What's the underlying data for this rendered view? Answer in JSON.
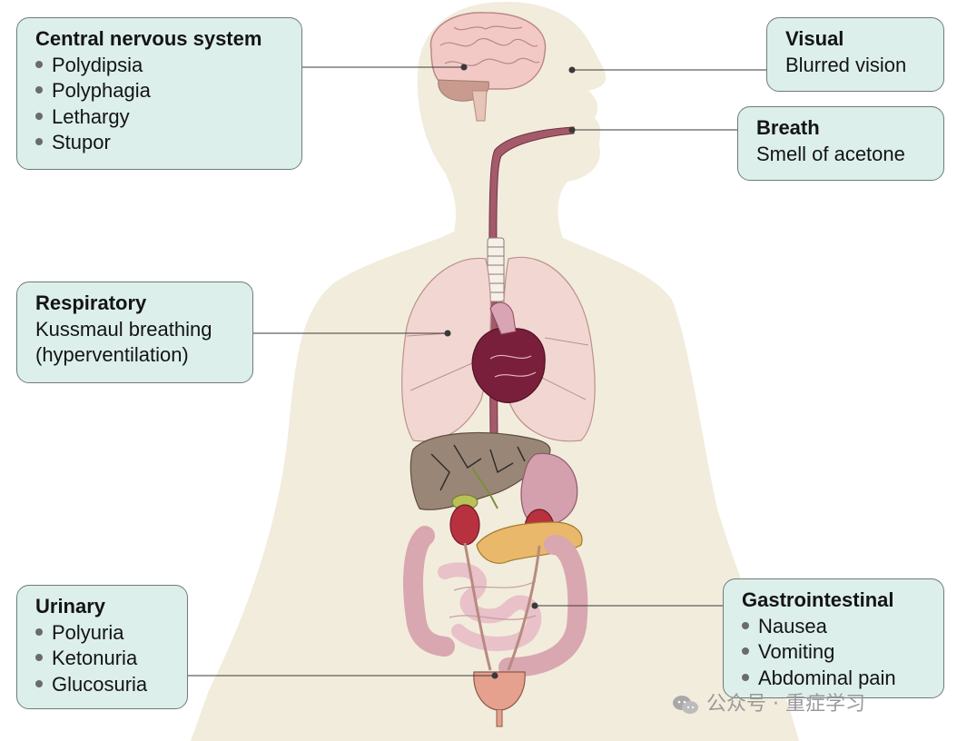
{
  "callouts": {
    "cns": {
      "title": "Central nervous system",
      "items": [
        "Polydipsia",
        "Polyphagia",
        "Lethargy",
        "Stupor"
      ]
    },
    "visual": {
      "title": "Visual",
      "text": "Blurred vision"
    },
    "breath": {
      "title": "Breath",
      "text": "Smell of acetone"
    },
    "respiratory": {
      "title": "Respiratory",
      "lines": [
        "Kussmaul breathing",
        "(hyperventilation)"
      ]
    },
    "urinary": {
      "title": "Urinary",
      "items": [
        "Polyuria",
        "Ketonuria",
        "Glucosuria"
      ]
    },
    "gastrointestinal": {
      "title": "Gastrointestinal",
      "items": [
        "Nausea",
        "Vomiting",
        "Abdominal pain"
      ]
    }
  },
  "watermark": {
    "text": "公众号 · 重症学习",
    "icon": "wechat-icon"
  },
  "colors": {
    "callout_fill": "#dcefeb",
    "callout_border": "#6f7b79",
    "body_fill": "#f2ecdc",
    "organ_dark": "#7a1f3b",
    "liver": "#9a8676",
    "lung": "#f2d6d2",
    "intestine": "#e8c2c8"
  }
}
